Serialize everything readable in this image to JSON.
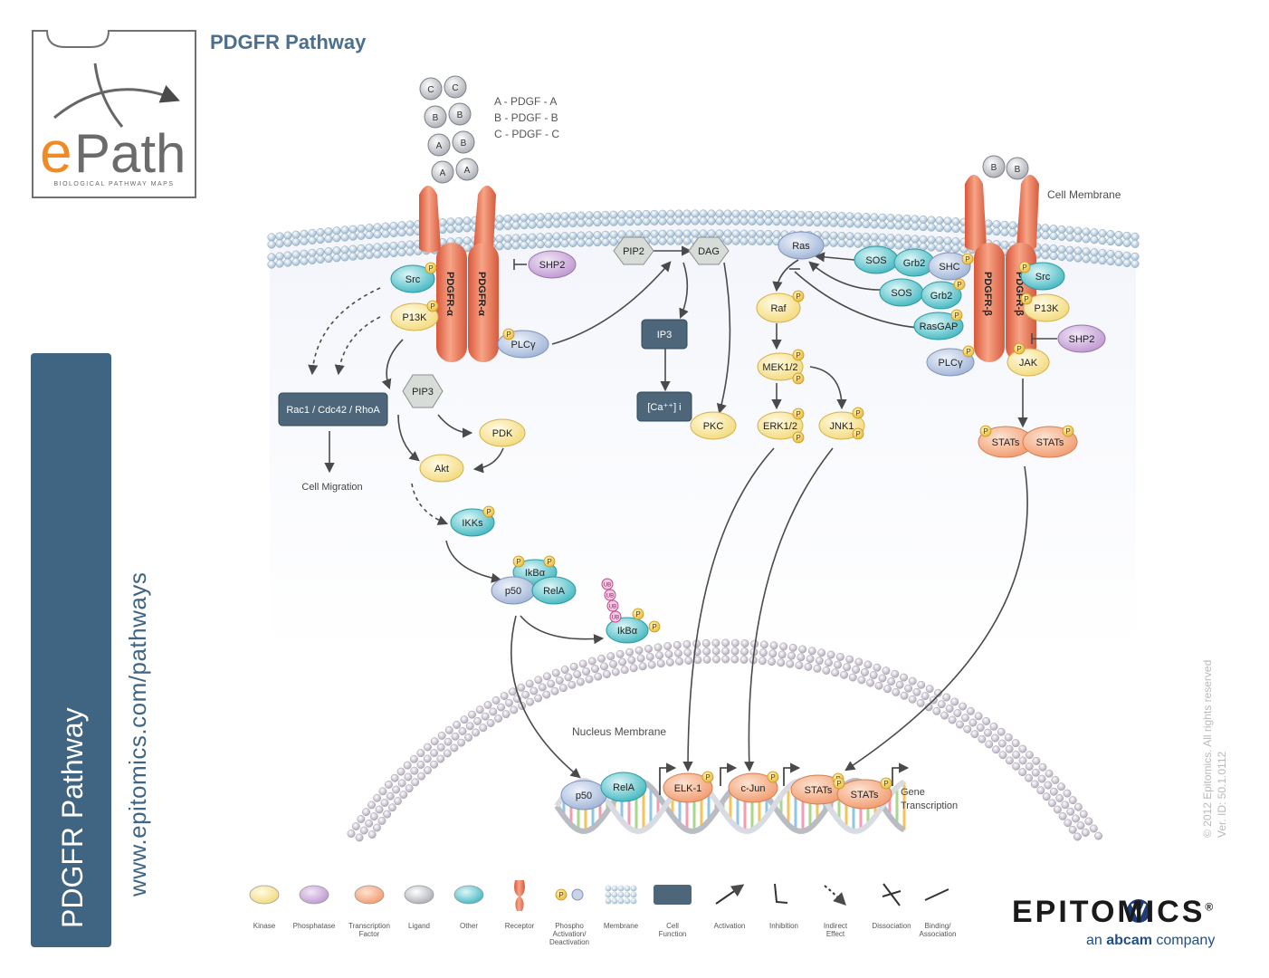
{
  "header": {
    "title": "PDGFR Pathway"
  },
  "logo": {
    "word_e": "e",
    "word_path": "Path",
    "tagline": "BIOLOGICAL PATHWAY MAPS"
  },
  "sidebar": {
    "title": "PDGFR Pathway",
    "url": "www.epitomics.com/pathways"
  },
  "copyright": {
    "line1": "© 2012 Epitomics. All rights reserved",
    "line2": "Ver. ID: 50.1.0112"
  },
  "brand": {
    "name": "EPITOMICS",
    "registered": "®",
    "sub_prefix": "an ",
    "sub_bold": "abcam",
    "sub_suffix": " company"
  },
  "ligand_key": [
    "A - PDGF - A",
    "B - PDGF - B",
    "C - PDGF - C"
  ],
  "labels": {
    "cell_membrane": "Cell Membrane",
    "nucleus_membrane": "Nucleus Membrane",
    "cell_migration": "Cell Migration",
    "gene_transcription_1": "Gene",
    "gene_transcription_2": "Transcription",
    "pdgfr_a": "PDGFR-α",
    "pdgfr_b": "PDGFR-β"
  },
  "nodes": {
    "src_a": "Src",
    "p13k_a": "P13K",
    "shp2_a": "SHP2",
    "plcg_a": "PLCγ",
    "pip2": "PIP2",
    "dag": "DAG",
    "ip3": "IP3",
    "ca": "[Ca⁺⁺] i",
    "pkc": "PKC",
    "rac": "Rac1 / Cdc42 / RhoA",
    "pip3": "PIP3",
    "pdk": "PDK",
    "akt": "Akt",
    "ikks": "IKKs",
    "ikba": "IkBα",
    "p50": "p50",
    "rela": "RelA",
    "ikba_free": "IkBα",
    "ub": "UB",
    "ras": "Ras",
    "raf": "Raf",
    "mek": "MEK1/2",
    "erk": "ERK1/2",
    "jnk": "JNK1",
    "sos1": "SOS",
    "grb2_1": "Grb2",
    "shc": "SHC",
    "sos2": "SOS",
    "grb2_2": "Grb2",
    "rasgap": "RasGAP",
    "plcg_b": "PLCγ",
    "src_b": "Src",
    "p13k_b": "P13K",
    "shp2_b": "SHP2",
    "jak": "JAK",
    "stats1": "STATs",
    "stats2": "STATs",
    "n_p50": "p50",
    "n_rela": "RelA",
    "n_elk": "ELK-1",
    "n_cjun": "c-Jun",
    "n_stats1": "STATs",
    "n_stats2": "STATs",
    "p": "P"
  },
  "legend": [
    {
      "label": "Kinase",
      "icon": "kinase-icon"
    },
    {
      "label": "Phosphatase",
      "icon": "phosphatase-icon"
    },
    {
      "label": "Transcription Factor",
      "icon": "transcription-factor-icon"
    },
    {
      "label": "Ligand",
      "icon": "ligand-icon"
    },
    {
      "label": "Other",
      "icon": "other-icon"
    },
    {
      "label": "Receptor",
      "icon": "receptor-icon"
    },
    {
      "label": "Phospho Activation/ Deactivation",
      "icon": "phospho-icon"
    },
    {
      "label": "Membrane",
      "icon": "membrane-icon"
    },
    {
      "label": "Cell Function",
      "icon": "cell-function-icon"
    },
    {
      "label": "Activation",
      "icon": "activation-arrow-icon"
    },
    {
      "label": "Inhibition",
      "icon": "inhibition-icon"
    },
    {
      "label": "Indirect Effect",
      "icon": "indirect-effect-icon"
    },
    {
      "label": "Dissociation",
      "icon": "dissociation-icon"
    },
    {
      "label": "Binding/ Association",
      "icon": "binding-icon"
    }
  ],
  "colors": {
    "kinase": "#f6e49a",
    "phosphatase": "#c9a9d6",
    "tf": "#f6b48f",
    "ligand": "#c8cacf",
    "other": "#5ec7cf",
    "plc": "#b9c9e4",
    "receptor": "#e6775a",
    "cellfn": "#4e6679",
    "accent": "#3f6583"
  }
}
